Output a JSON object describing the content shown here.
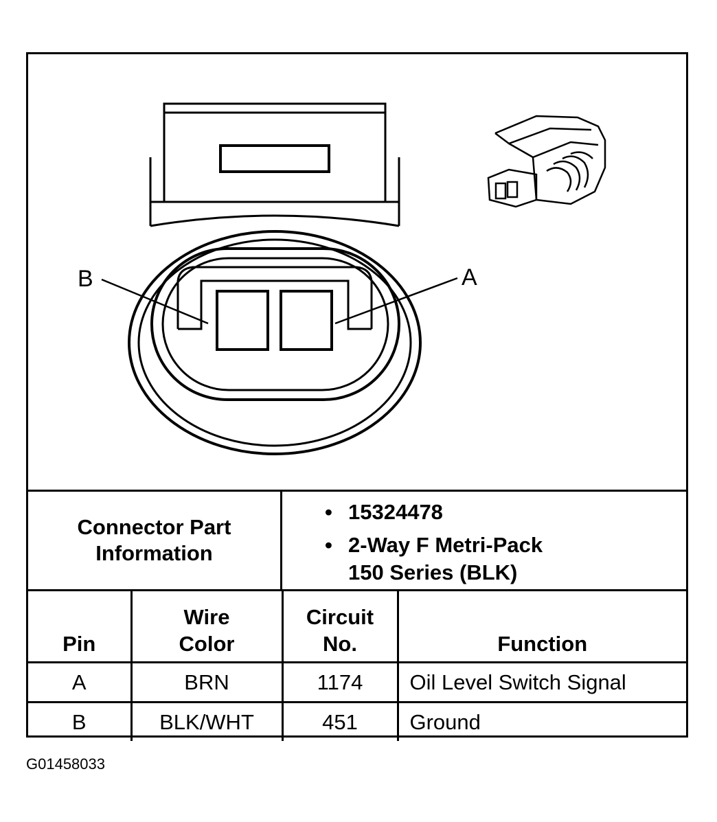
{
  "diagram": {
    "pin_label_b": "B",
    "pin_label_a": "A"
  },
  "connector_info": {
    "label": "Connector Part\nInformation",
    "items": [
      "15324478",
      "2-Way F Metri-Pack\n150 Series (BLK)"
    ]
  },
  "table": {
    "headers": [
      "Pin",
      "Wire\nColor",
      "Circuit\nNo.",
      "Function"
    ],
    "rows": [
      [
        "A",
        "BRN",
        "1174",
        "Oil Level Switch Signal"
      ],
      [
        "B",
        "BLK/WHT",
        "451",
        "Ground"
      ]
    ]
  },
  "figure_id": "G01458033"
}
